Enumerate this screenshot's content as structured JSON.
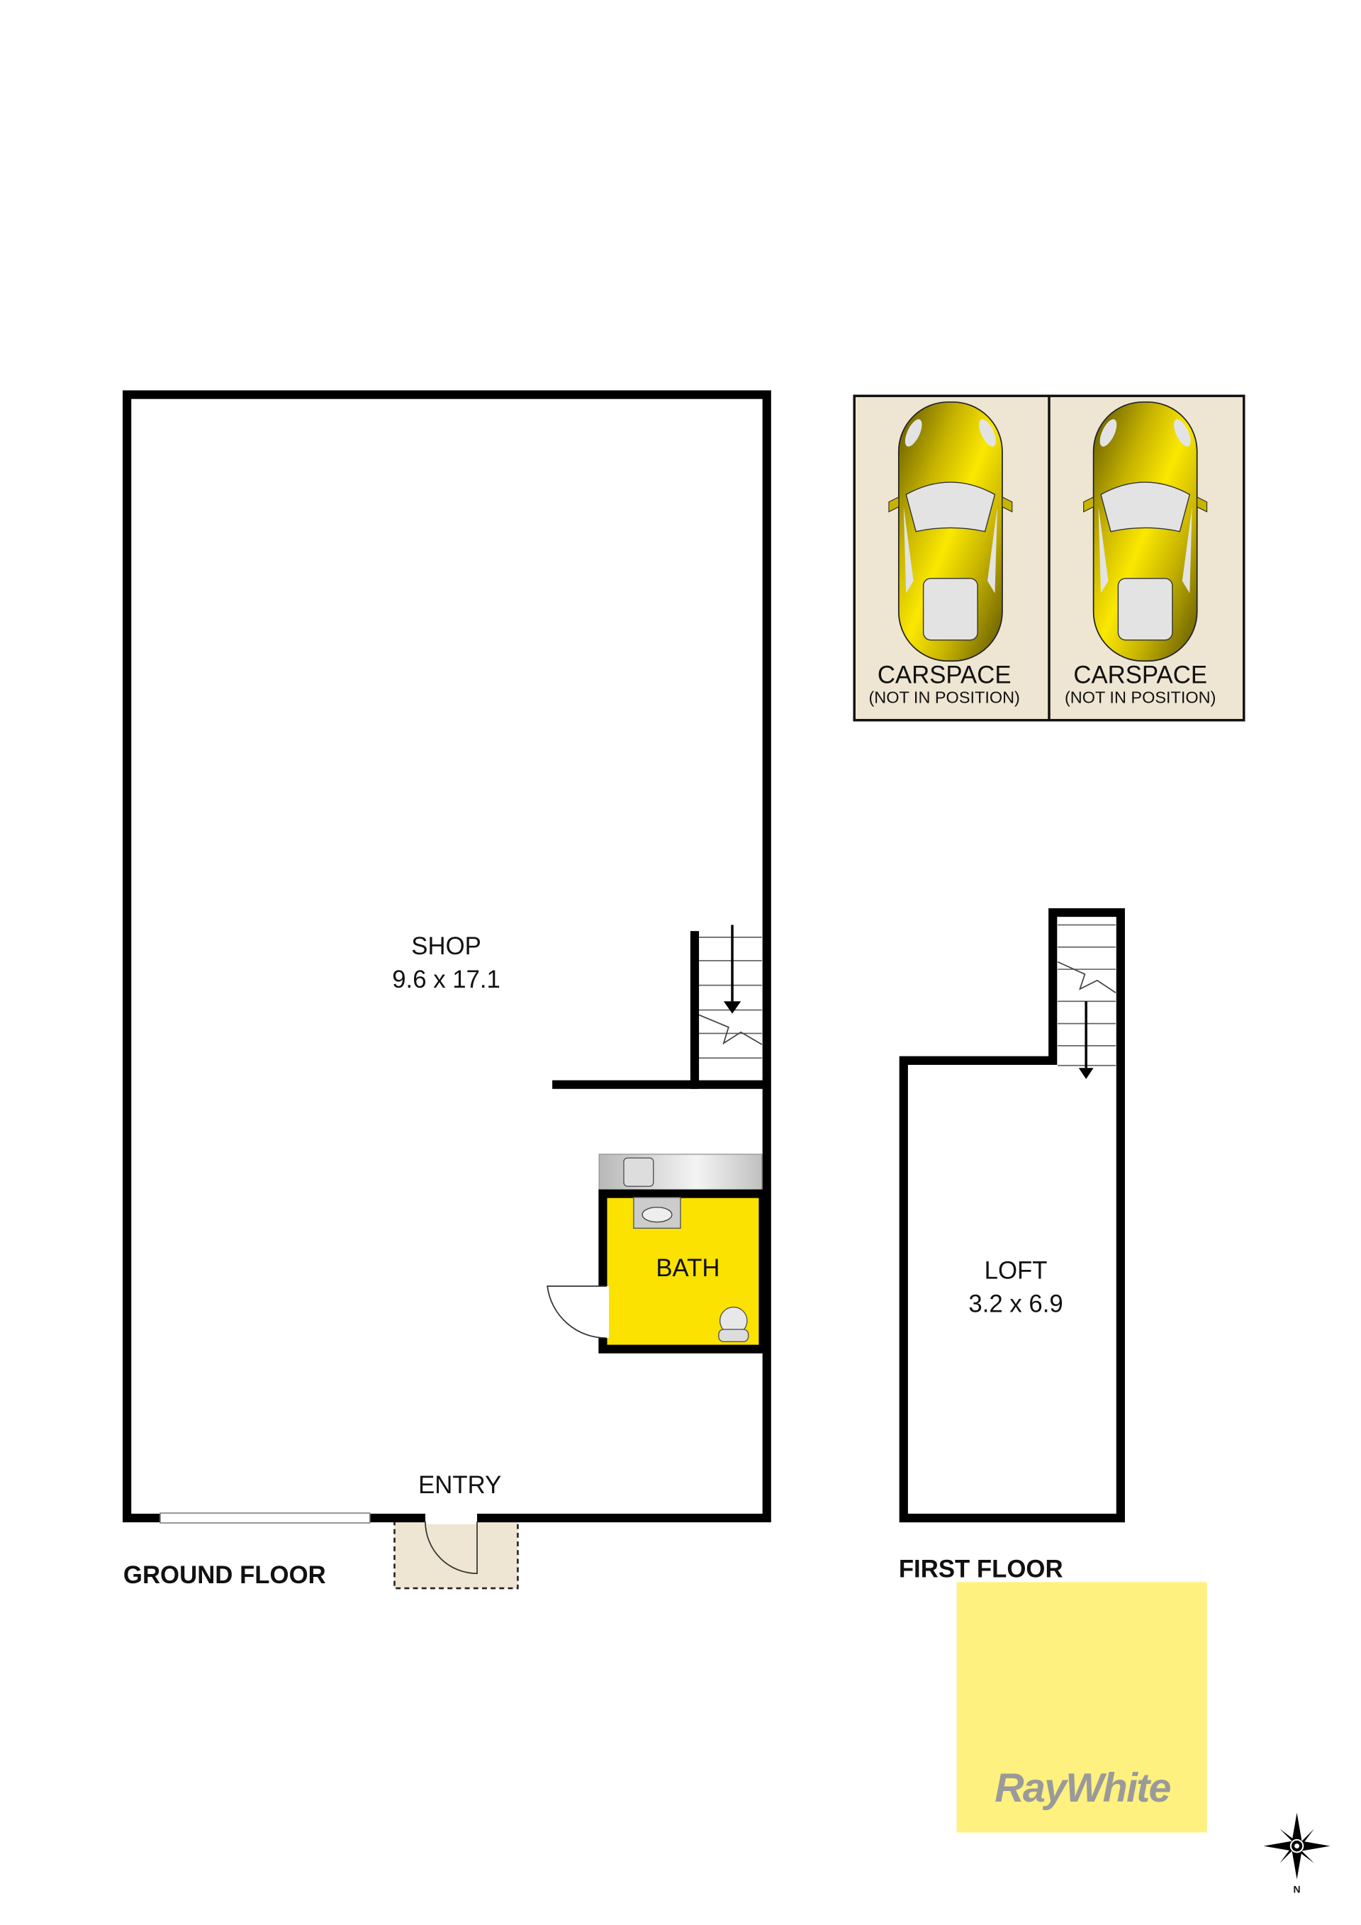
{
  "ground_floor": {
    "title": "GROUND FLOOR",
    "rooms": {
      "shop": {
        "name": "SHOP",
        "dims": "9.6 x 17.1"
      },
      "bath": {
        "name": "BATH"
      },
      "entry": {
        "name": "ENTRY"
      }
    }
  },
  "first_floor": {
    "title": "FIRST FLOOR",
    "rooms": {
      "loft": {
        "name": "LOFT",
        "dims": "3.2 x 6.9"
      }
    }
  },
  "carspaces": [
    {
      "label": "CARSPACE",
      "note": "(NOT IN POSITION)"
    },
    {
      "label": "CARSPACE",
      "note": "(NOT IN POSITION)"
    }
  ],
  "logo": {
    "text": "RayWhite"
  },
  "compass": {
    "label": "N"
  },
  "colors": {
    "wall": "#000000",
    "bath_fill": "#fbe200",
    "carspace_fill": "#eee6d3",
    "logo_bg": "#fef17f",
    "logo_text": "#9a9a9a"
  }
}
